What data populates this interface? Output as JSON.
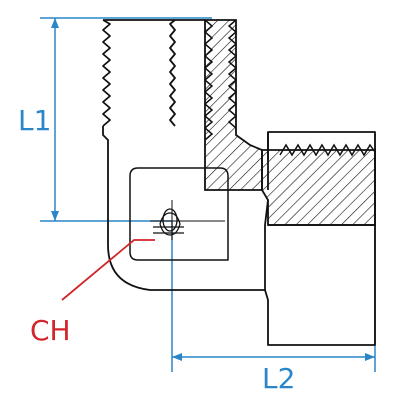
{
  "labels": {
    "l1": "L1",
    "l2": "L2",
    "ch": "CH"
  },
  "colors": {
    "outline": "#111111",
    "dimension": "#2a86c8",
    "chamfer_callout": "#d1262b",
    "hatch": "#111111",
    "background": "#ffffff"
  }
}
